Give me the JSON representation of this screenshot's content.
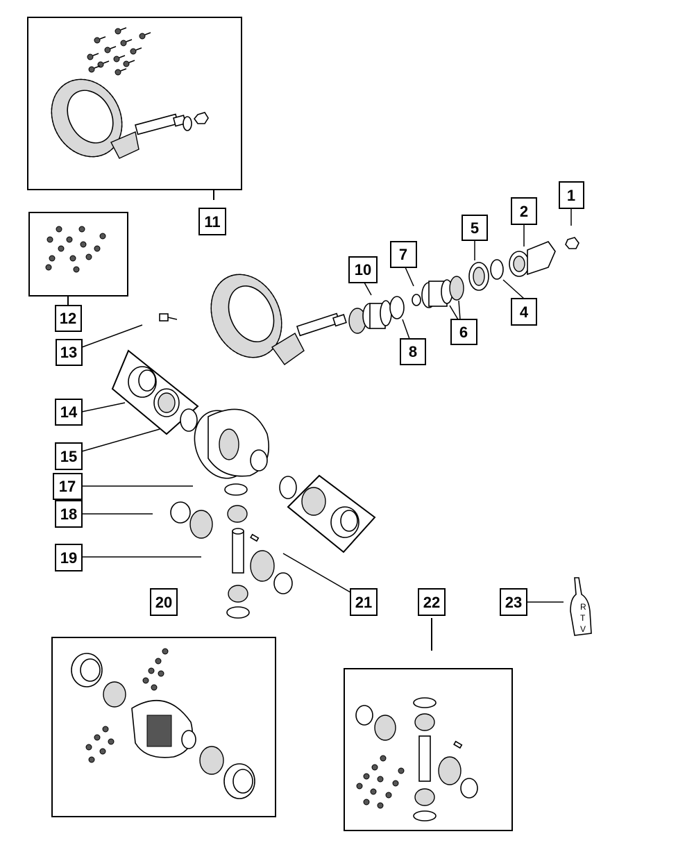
{
  "callouts": [
    {
      "id": "c1",
      "label": "1"
    },
    {
      "id": "c2",
      "label": "2"
    },
    {
      "id": "c3",
      "label": "4"
    },
    {
      "id": "c4",
      "label": "5"
    },
    {
      "id": "c5",
      "label": "6"
    },
    {
      "id": "c6",
      "label": "7"
    },
    {
      "id": "c7",
      "label": "8"
    },
    {
      "id": "c8",
      "label": "10"
    },
    {
      "id": "c9",
      "label": "11"
    },
    {
      "id": "c10",
      "label": "12"
    },
    {
      "id": "c11",
      "label": "13"
    },
    {
      "id": "c12",
      "label": "14"
    },
    {
      "id": "c13",
      "label": "15"
    },
    {
      "id": "c14",
      "label": "17"
    },
    {
      "id": "c15",
      "label": "18"
    },
    {
      "id": "c16",
      "label": "19"
    },
    {
      "id": "c17",
      "label": "20"
    },
    {
      "id": "c18",
      "label": "21"
    },
    {
      "id": "c19",
      "label": "22"
    },
    {
      "id": "c20",
      "label": "23"
    }
  ],
  "sealant_tube_letters": [
    "R",
    "T",
    "V"
  ]
}
